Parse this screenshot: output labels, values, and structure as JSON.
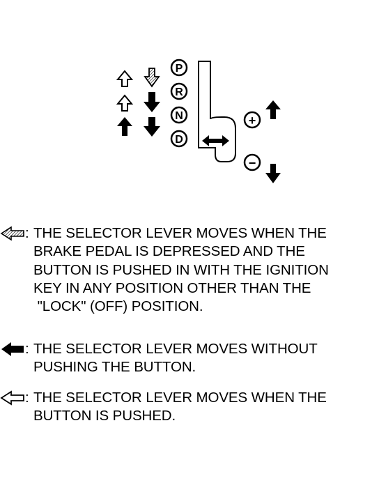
{
  "gates": [
    "P",
    "R",
    "N",
    "D"
  ],
  "manual_mode": {
    "up_symbol": "+",
    "down_symbol": "−"
  },
  "legend": [
    {
      "id": "shift-lock",
      "icon": "hatched-arrow-icon",
      "lines": [
        "THE SELECTOR LEVER MOVES WHEN THE",
        "BRAKE PEDAL IS DEPRESSED AND THE",
        "BUTTON IS PUSHED IN WITH THE IGNITION",
        "KEY IN ANY POSITION OTHER THAN THE",
        " \"LOCK\" (OFF) POSITION."
      ]
    },
    {
      "id": "no-button",
      "icon": "solid-arrow-icon",
      "lines": [
        "THE SELECTOR LEVER MOVES WITHOUT",
        "PUSHING THE BUTTON."
      ]
    },
    {
      "id": "button",
      "icon": "outline-arrow-icon",
      "lines": [
        "THE SELECTOR LEVER MOVES WHEN THE",
        "BUTTON IS PUSHED."
      ]
    }
  ],
  "colors": {
    "ink": "#000000",
    "paper": "#ffffff"
  }
}
